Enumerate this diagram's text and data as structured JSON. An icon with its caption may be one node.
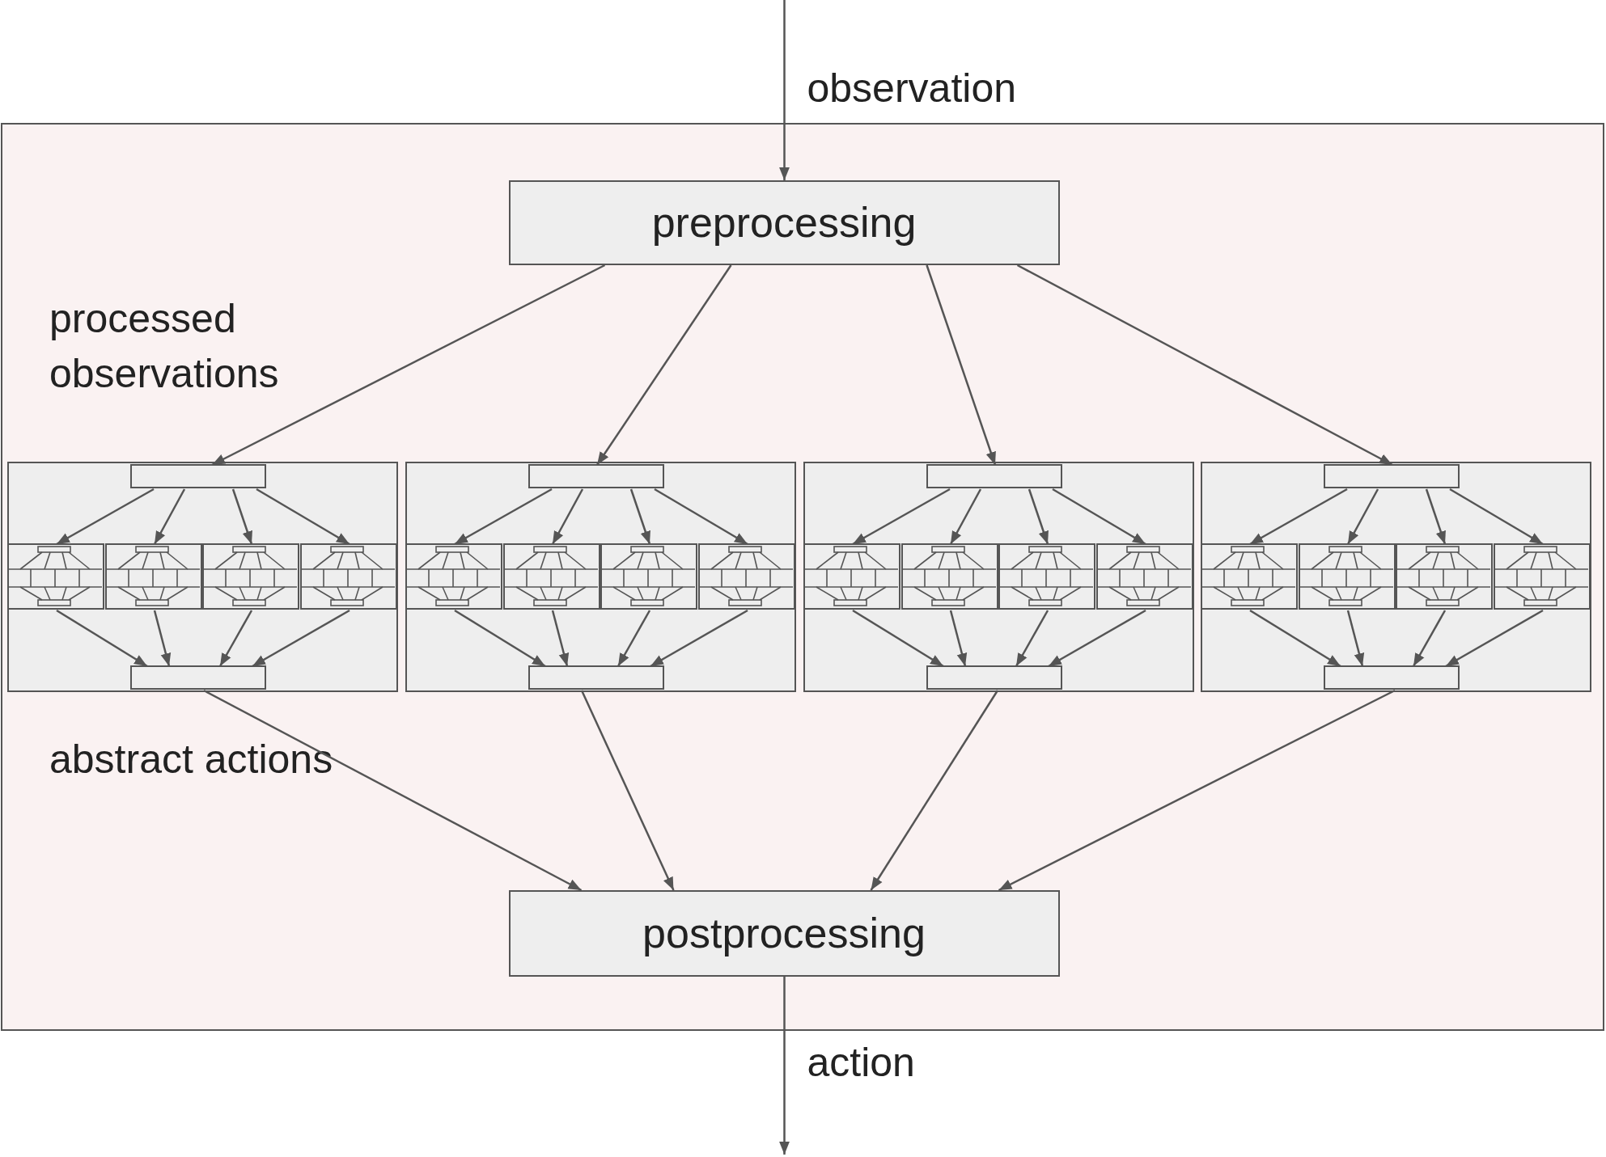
{
  "diagram": {
    "nodes": [
      {
        "text": [],
        "shape": "box"
      },
      {
        "text": [
          "preprocessing"
        ],
        "in": 0
      },
      {
        "text": [],
        "shape": "box",
        "in": 0
      },
      {
        "text": [],
        "shape": "bar",
        "in": 2
      },
      {
        "text": [],
        "shape": "box",
        "in": 2
      },
      {
        "text": [],
        "shape": "box",
        "in": 2
      },
      {
        "text": [],
        "shape": "box",
        "in": 2
      },
      {
        "text": [],
        "shape": "box",
        "in": 2
      },
      {
        "text": [],
        "shape": "bar",
        "in": 2
      },
      {
        "text": [],
        "shape": "box",
        "in": 0
      },
      {
        "text": [],
        "shape": "bar",
        "in": 9
      },
      {
        "text": [],
        "shape": "box",
        "in": 9
      },
      {
        "text": [],
        "shape": "box",
        "in": 9
      },
      {
        "text": [],
        "shape": "box",
        "in": 9
      },
      {
        "text": [],
        "shape": "box",
        "in": 9
      },
      {
        "text": [],
        "shape": "bar",
        "in": 9
      },
      {
        "text": [],
        "shape": "box",
        "in": 0
      },
      {
        "text": [],
        "shape": "bar",
        "in": 16
      },
      {
        "text": [],
        "shape": "box",
        "in": 16
      },
      {
        "text": [],
        "shape": "box",
        "in": 16
      },
      {
        "text": [],
        "shape": "box",
        "in": 16
      },
      {
        "text": [],
        "shape": "box",
        "in": 16
      },
      {
        "text": [],
        "shape": "bar",
        "in": 16
      },
      {
        "text": [],
        "shape": "box",
        "in": 0
      },
      {
        "text": [],
        "shape": "bar",
        "in": 23
      },
      {
        "text": [],
        "shape": "box",
        "in": 23
      },
      {
        "text": [],
        "shape": "box",
        "in": 23
      },
      {
        "text": [],
        "shape": "box",
        "in": 23
      },
      {
        "text": [],
        "shape": "box",
        "in": 23
      },
      {
        "text": [],
        "shape": "bar",
        "in": 23
      },
      {
        "text": [
          "postprocessing"
        ],
        "in": 0
      }
    ],
    "edges": [
      {
        "from": null,
        "to": 1,
        "arrow": "to",
        "label": "observation"
      },
      {
        "from": 1,
        "to": 3,
        "arrow": "to"
      },
      {
        "from": 1,
        "to": 10,
        "arrow": "to"
      },
      {
        "from": 1,
        "to": 17,
        "arrow": "to"
      },
      {
        "from": 1,
        "to": 24,
        "arrow": "to"
      },
      {
        "from": 3,
        "to": 4,
        "arrow": "to"
      },
      {
        "from": 3,
        "to": 5,
        "arrow": "to"
      },
      {
        "from": 3,
        "to": 6,
        "arrow": "to"
      },
      {
        "from": 3,
        "to": 7,
        "arrow": "to"
      },
      {
        "from": 4,
        "to": 8,
        "arrow": "to"
      },
      {
        "from": 5,
        "to": 8,
        "arrow": "to"
      },
      {
        "from": 6,
        "to": 8,
        "arrow": "to"
      },
      {
        "from": 7,
        "to": 8,
        "arrow": "to"
      },
      {
        "from": 10,
        "to": 11,
        "arrow": "to"
      },
      {
        "from": 10,
        "to": 12,
        "arrow": "to"
      },
      {
        "from": 10,
        "to": 13,
        "arrow": "to"
      },
      {
        "from": 10,
        "to": 14,
        "arrow": "to"
      },
      {
        "from": 11,
        "to": 15,
        "arrow": "to"
      },
      {
        "from": 12,
        "to": 15,
        "arrow": "to"
      },
      {
        "from": 13,
        "to": 15,
        "arrow": "to"
      },
      {
        "from": 14,
        "to": 15,
        "arrow": "to"
      },
      {
        "from": 17,
        "to": 18,
        "arrow": "to"
      },
      {
        "from": 17,
        "to": 19,
        "arrow": "to"
      },
      {
        "from": 17,
        "to": 20,
        "arrow": "to"
      },
      {
        "from": 17,
        "to": 21,
        "arrow": "to"
      },
      {
        "from": 18,
        "to": 22,
        "arrow": "to"
      },
      {
        "from": 19,
        "to": 22,
        "arrow": "to"
      },
      {
        "from": 20,
        "to": 22,
        "arrow": "to"
      },
      {
        "from": 21,
        "to": 22,
        "arrow": "to"
      },
      {
        "from": 24,
        "to": 25,
        "arrow": "to"
      },
      {
        "from": 24,
        "to": 26,
        "arrow": "to"
      },
      {
        "from": 24,
        "to": 27,
        "arrow": "to"
      },
      {
        "from": 24,
        "to": 28,
        "arrow": "to"
      },
      {
        "from": 25,
        "to": 29,
        "arrow": "to"
      },
      {
        "from": 26,
        "to": 29,
        "arrow": "to"
      },
      {
        "from": 27,
        "to": 29,
        "arrow": "to"
      },
      {
        "from": 28,
        "to": 29,
        "arrow": "to"
      },
      {
        "from": 8,
        "to": 30,
        "arrow": "to"
      },
      {
        "from": 15,
        "to": 30,
        "arrow": "to"
      },
      {
        "from": 22,
        "to": 30,
        "arrow": "to"
      },
      {
        "from": 29,
        "to": 30,
        "arrow": "to"
      },
      {
        "from": 30,
        "to": null,
        "arrow": "to",
        "label": "action"
      }
    ],
    "labels": [
      "processed observations",
      "abstract actions"
    ]
  }
}
